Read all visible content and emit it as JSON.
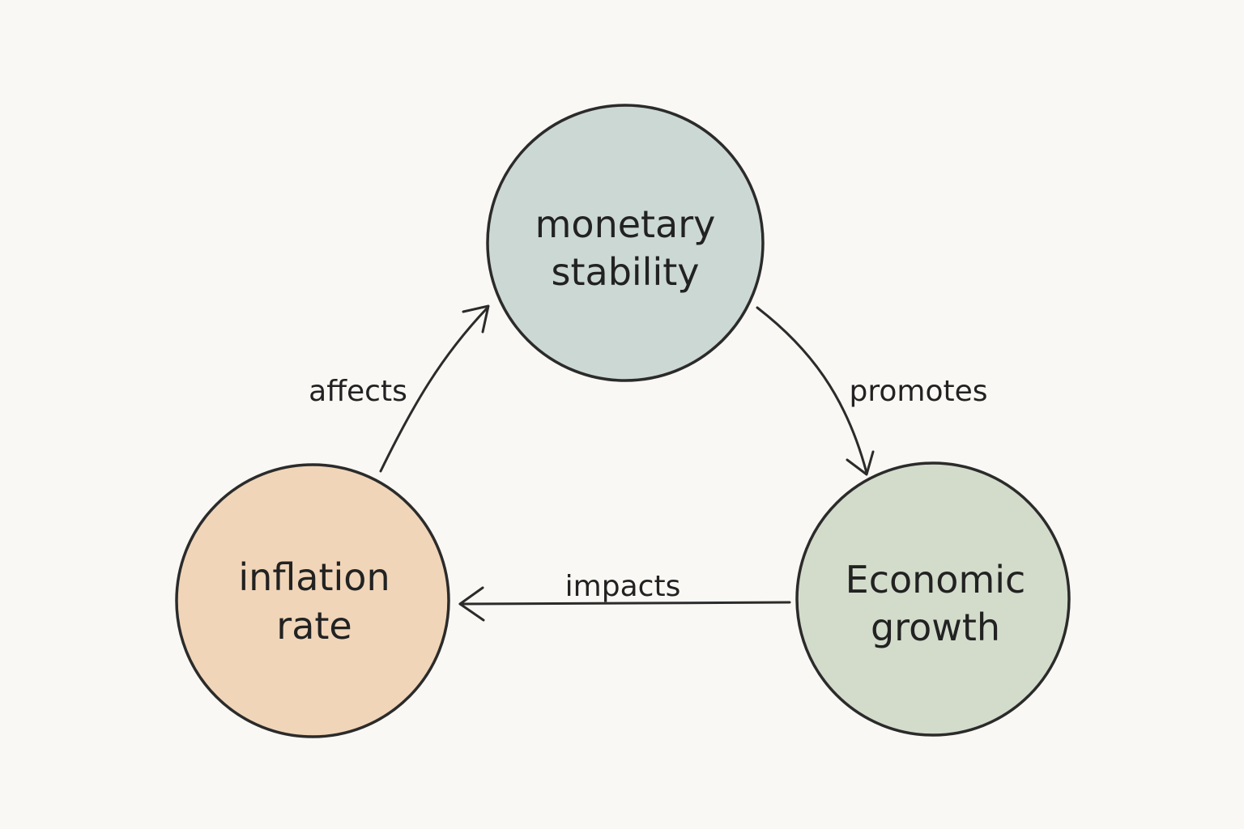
{
  "nodes": {
    "monetary_stability": {
      "line1": "monetary",
      "line2": "stability",
      "fill": "#ccd8d4"
    },
    "economic_growth": {
      "line1": "Economic",
      "line2": "growth",
      "fill": "#d3dccb"
    },
    "inflation_rate": {
      "line1": "inflation",
      "line2": "rate",
      "fill": "#f0d5b9"
    }
  },
  "edges": {
    "affects": {
      "label": "affects"
    },
    "promotes": {
      "label": "promotes"
    },
    "impacts": {
      "label": "impacts"
    }
  },
  "colors": {
    "background": "#faf8f4",
    "stroke": "#2b2b2b",
    "text": "#222222"
  }
}
